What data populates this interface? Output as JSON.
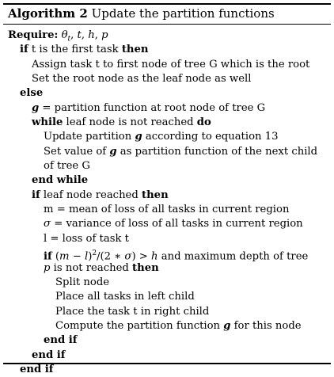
{
  "algorithm": {
    "label": "Algorithm 2",
    "title": "Update the partition functions"
  },
  "lines": [
    {
      "indent": 0,
      "parts": [
        {
          "t": "Require:",
          "s": "kw"
        },
        {
          "t": " ",
          "s": ""
        },
        {
          "t": "θ",
          "s": "mathvar"
        },
        {
          "t": "t",
          "s": "mathvar sub"
        },
        {
          "t": ", ",
          "s": ""
        },
        {
          "t": "t",
          "s": "mathvar"
        },
        {
          "t": ", ",
          "s": ""
        },
        {
          "t": "h",
          "s": "mathvar"
        },
        {
          "t": ", ",
          "s": ""
        },
        {
          "t": "p",
          "s": "mathvar"
        }
      ]
    },
    {
      "indent": 1,
      "parts": [
        {
          "t": "if",
          "s": "kw"
        },
        {
          "t": " t is the first task ",
          "s": ""
        },
        {
          "t": "then",
          "s": "kw"
        }
      ]
    },
    {
      "indent": 2,
      "parts": [
        {
          "t": "Assign task t to first node of tree G which is the root",
          "s": ""
        }
      ]
    },
    {
      "indent": 2,
      "parts": [
        {
          "t": "Set the root node as the leaf node as well",
          "s": ""
        }
      ]
    },
    {
      "indent": 1,
      "parts": [
        {
          "t": "else",
          "s": "kw"
        }
      ]
    },
    {
      "indent": 2,
      "parts": [
        {
          "t": "g",
          "s": "boldital"
        },
        {
          "t": " = partition function at root node of tree G",
          "s": ""
        }
      ]
    },
    {
      "indent": 2,
      "parts": [
        {
          "t": "while",
          "s": "kw"
        },
        {
          "t": " leaf node is not reached ",
          "s": ""
        },
        {
          "t": "do",
          "s": "kw"
        }
      ]
    },
    {
      "indent": 3,
      "parts": [
        {
          "t": "Update partition ",
          "s": ""
        },
        {
          "t": "g",
          "s": "boldital"
        },
        {
          "t": " according to equation 13",
          "s": ""
        }
      ]
    },
    {
      "indent": 3,
      "parts": [
        {
          "t": "Set value of ",
          "s": ""
        },
        {
          "t": "g",
          "s": "boldital"
        },
        {
          "t": " as partition function of the next child",
          "s": ""
        }
      ]
    },
    {
      "indent": 3,
      "parts": [
        {
          "t": "of tree G",
          "s": ""
        }
      ]
    },
    {
      "indent": 2,
      "parts": [
        {
          "t": "end while",
          "s": "kw"
        }
      ]
    },
    {
      "indent": 2,
      "parts": [
        {
          "t": "if",
          "s": "kw"
        },
        {
          "t": " leaf node reached ",
          "s": ""
        },
        {
          "t": "then",
          "s": "kw"
        }
      ]
    },
    {
      "indent": 3,
      "parts": [
        {
          "t": "m = mean of loss of all tasks in current region",
          "s": ""
        }
      ]
    },
    {
      "indent": 3,
      "parts": [
        {
          "t": "σ",
          "s": "mathvar"
        },
        {
          "t": " = variance of loss of all tasks in current region",
          "s": ""
        }
      ]
    },
    {
      "indent": 3,
      "parts": [
        {
          "t": "l = loss of task t",
          "s": ""
        }
      ]
    },
    {
      "indent": 3,
      "parts": [
        {
          "t": "if",
          "s": "kw"
        },
        {
          "t": " (",
          "s": ""
        },
        {
          "t": "m",
          "s": "mathvar"
        },
        {
          "t": " − ",
          "s": ""
        },
        {
          "t": "l",
          "s": "mathvar"
        },
        {
          "t": ")",
          "s": ""
        },
        {
          "t": "2",
          "s": "sup"
        },
        {
          "t": "/(2 ∗ ",
          "s": ""
        },
        {
          "t": "σ",
          "s": "mathvar"
        },
        {
          "t": ") > ",
          "s": ""
        },
        {
          "t": "h",
          "s": "mathvar"
        },
        {
          "t": " and maximum depth of tree",
          "s": ""
        }
      ]
    },
    {
      "indent": 3,
      "parts": [
        {
          "t": "p",
          "s": "mathvar"
        },
        {
          "t": " is not reached ",
          "s": ""
        },
        {
          "t": "then",
          "s": "kw"
        }
      ]
    },
    {
      "indent": 4,
      "parts": [
        {
          "t": "Split node",
          "s": ""
        }
      ]
    },
    {
      "indent": 4,
      "parts": [
        {
          "t": "Place all tasks in left child",
          "s": ""
        }
      ]
    },
    {
      "indent": 4,
      "parts": [
        {
          "t": "Place the task t in right child",
          "s": ""
        }
      ]
    },
    {
      "indent": 4,
      "parts": [
        {
          "t": "Compute the partition function ",
          "s": ""
        },
        {
          "t": "g",
          "s": "boldital"
        },
        {
          "t": " for this node",
          "s": ""
        }
      ]
    },
    {
      "indent": 3,
      "parts": [
        {
          "t": "end if",
          "s": "kw"
        }
      ]
    },
    {
      "indent": 2,
      "parts": [
        {
          "t": "end if",
          "s": "kw"
        }
      ]
    },
    {
      "indent": 1,
      "parts": [
        {
          "t": "end if",
          "s": "kw"
        }
      ]
    }
  ]
}
